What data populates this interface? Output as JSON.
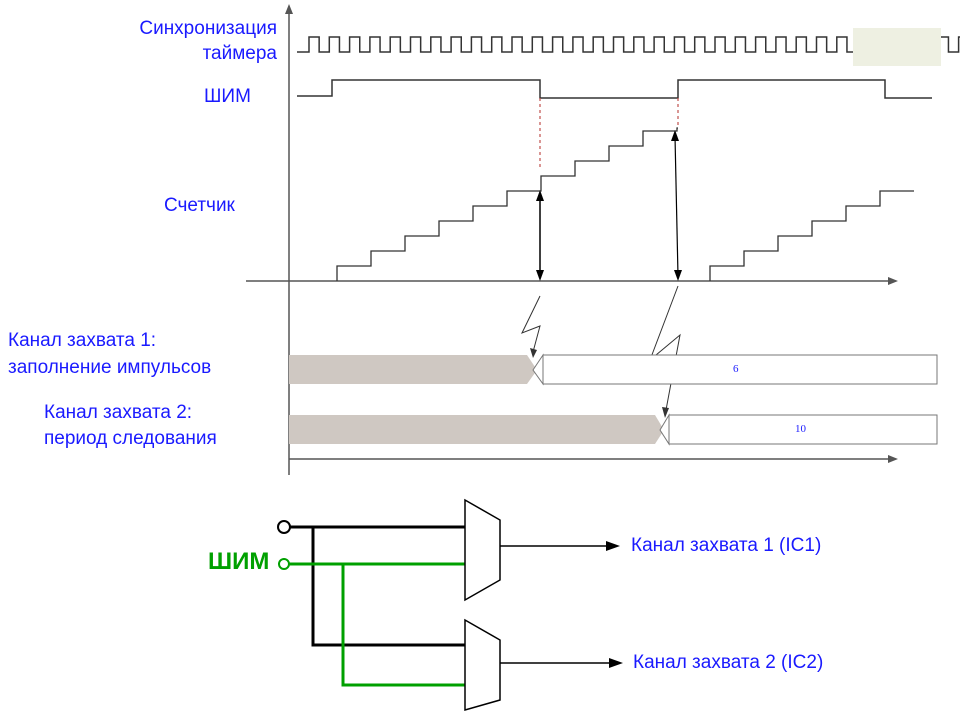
{
  "timing": {
    "sync_label_line1": "Синхронизация",
    "sync_label_line2": "таймера",
    "pwm_label": "ШИМ",
    "counter_label": "Счетчик",
    "ic1_label_line1": "Канал захвата 1:",
    "ic1_label_line2": "заполнение импульсов",
    "ic2_label_line1": "Канал захвата 2:",
    "ic2_label_line2": "период следования",
    "ic1_value": "6",
    "ic2_value": "10"
  },
  "schematic": {
    "pwm_input_label": "ШИМ",
    "output1_label": "Канал захвата 1 (IC1)",
    "output2_label": "Канал захвата 2 (IC2)"
  },
  "colors": {
    "label": "#1a1aff",
    "pwm_wire": "#00a000",
    "capture_fill": "#cfc8c2",
    "box_highlight": "#eef0e2"
  }
}
